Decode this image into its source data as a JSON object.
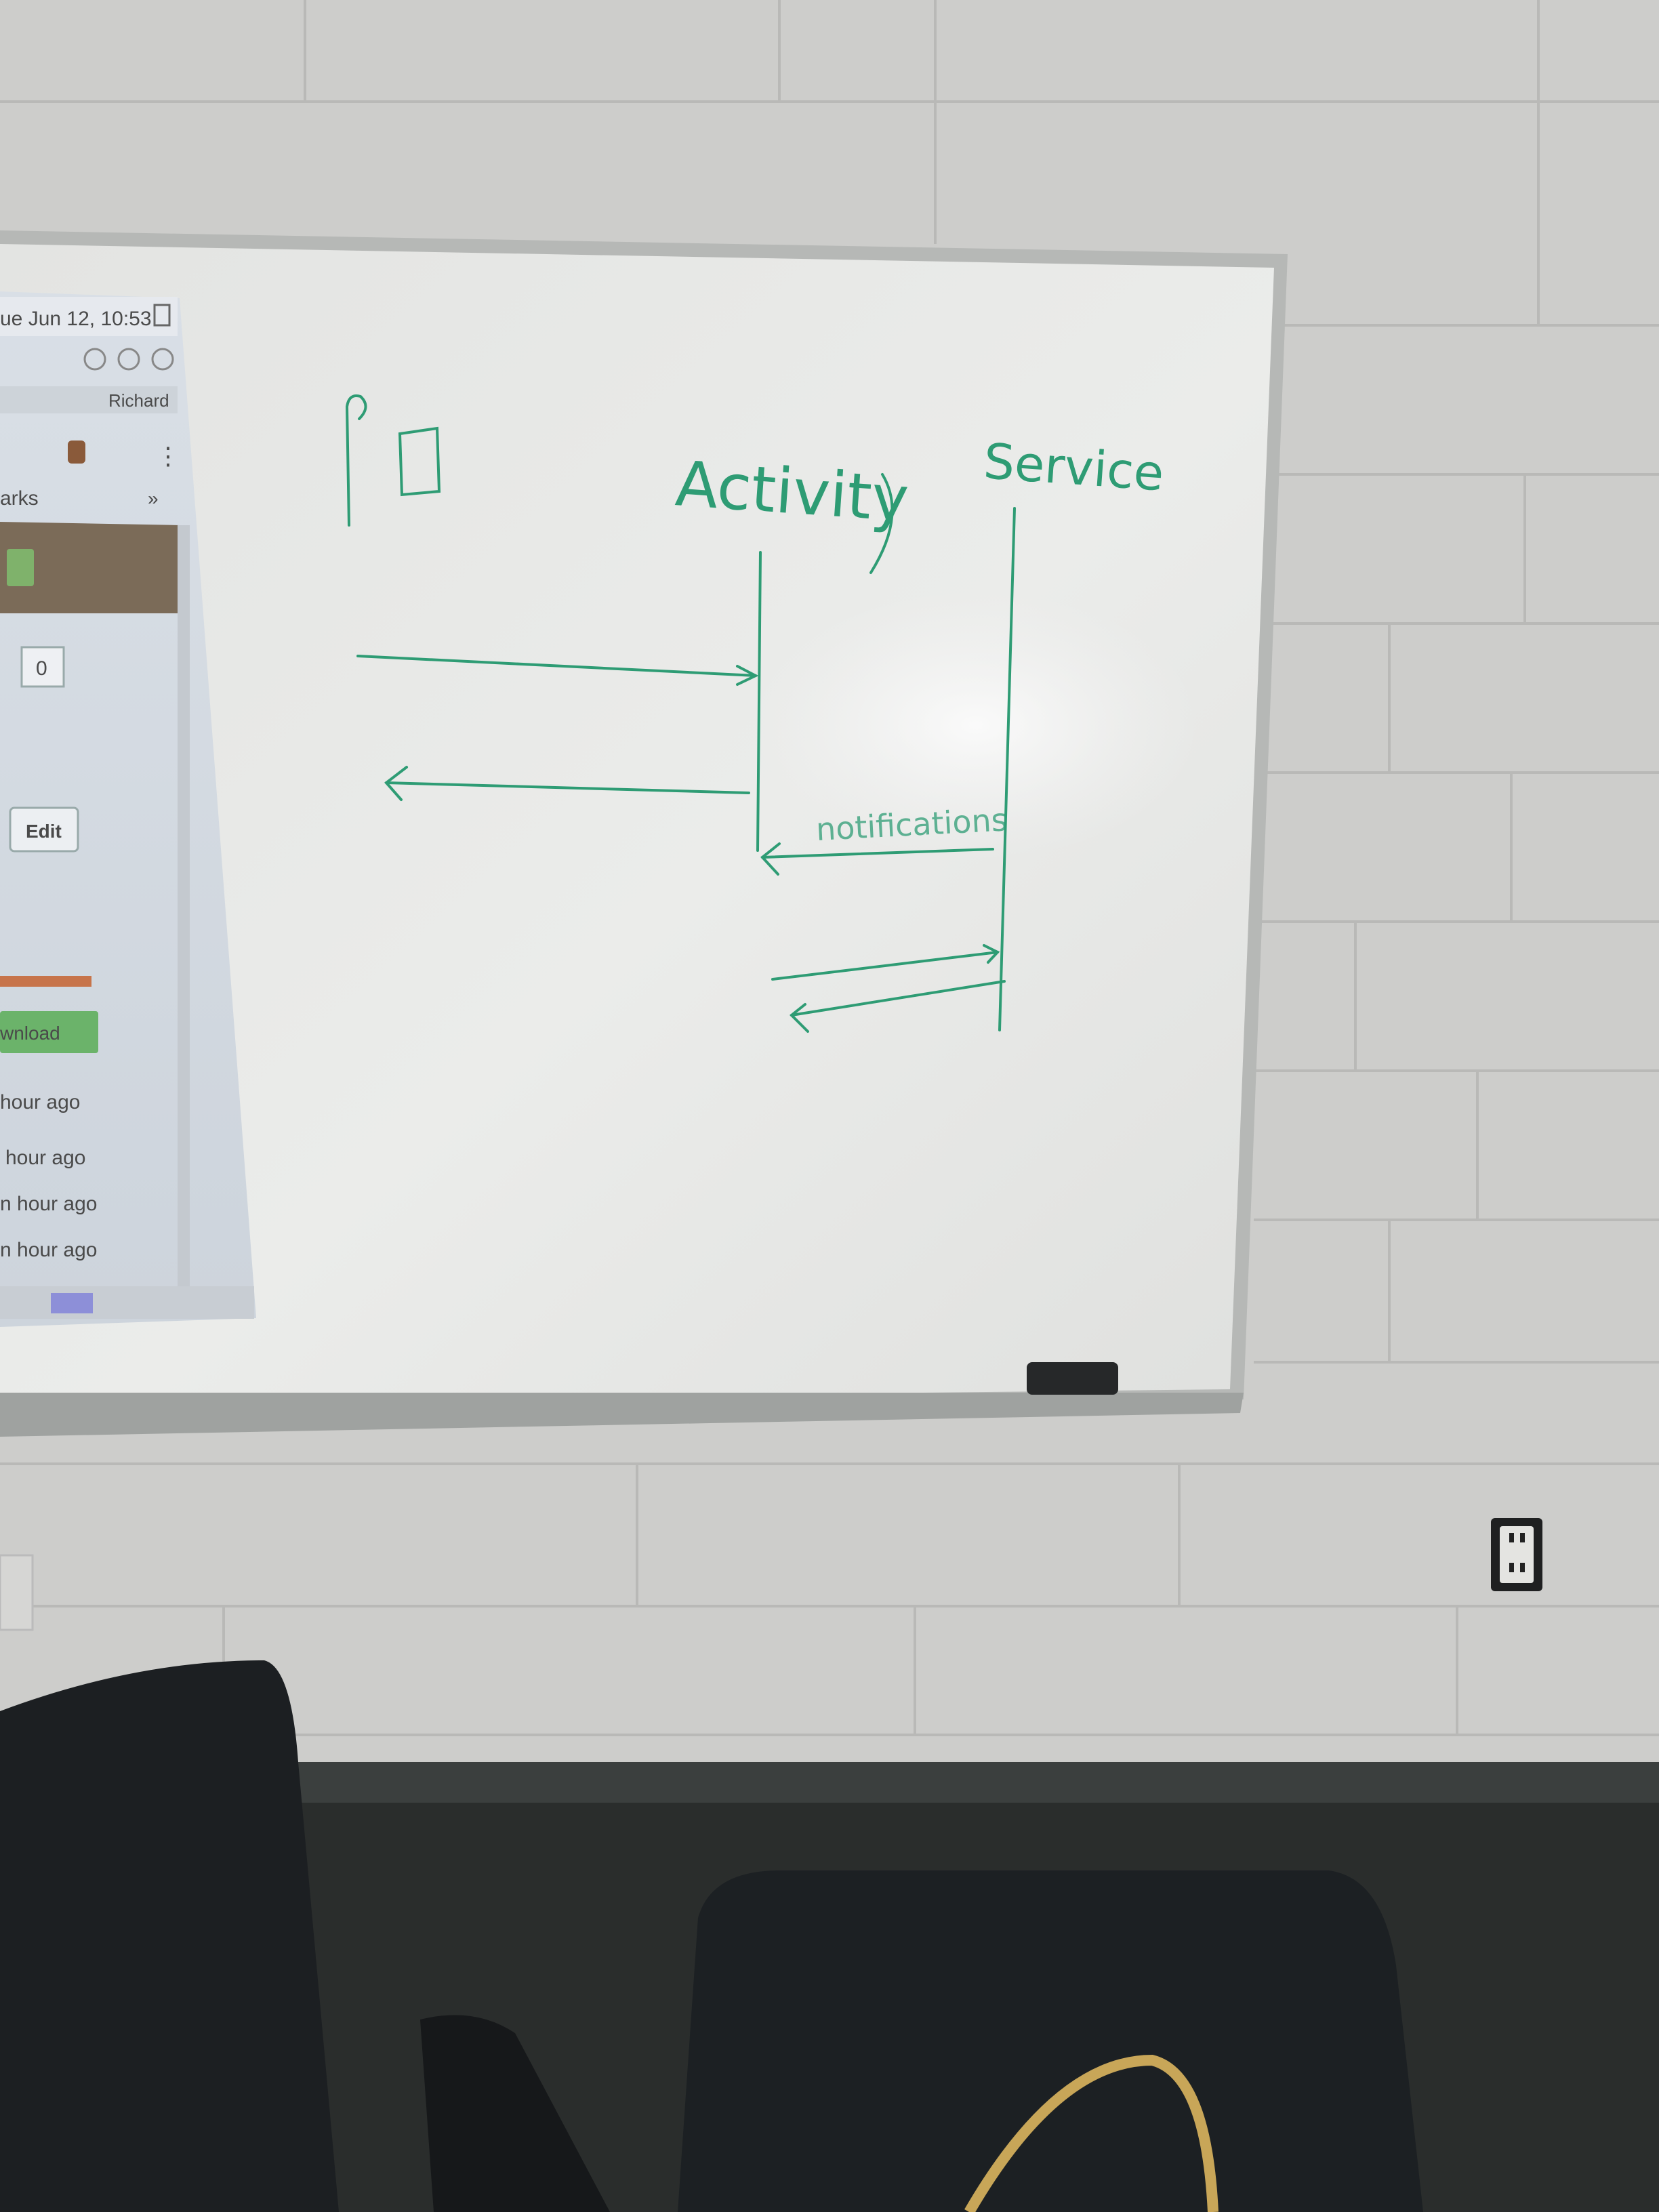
{
  "whiteboard": {
    "labels": {
      "activity": "Activity",
      "service": "Service",
      "notifications": "notifications"
    },
    "ink_color": "#2e9c74"
  },
  "projection": {
    "clock": "ue Jun 12, 10:53",
    "user": "Richard",
    "bookmarks": "arks",
    "count": "0",
    "edit_button": "Edit",
    "download_button": "wnload",
    "times": [
      "hour ago",
      "hour ago",
      "n hour ago",
      "n hour ago"
    ]
  },
  "colors": {
    "wall": "#cfcfcd",
    "board": "#e8e9e7",
    "frame": "#b6b8b6",
    "chair": "#1c1f22",
    "floor": "#2a2d2c",
    "projection": "#d6dce3",
    "download_green": "#6bb36a"
  }
}
